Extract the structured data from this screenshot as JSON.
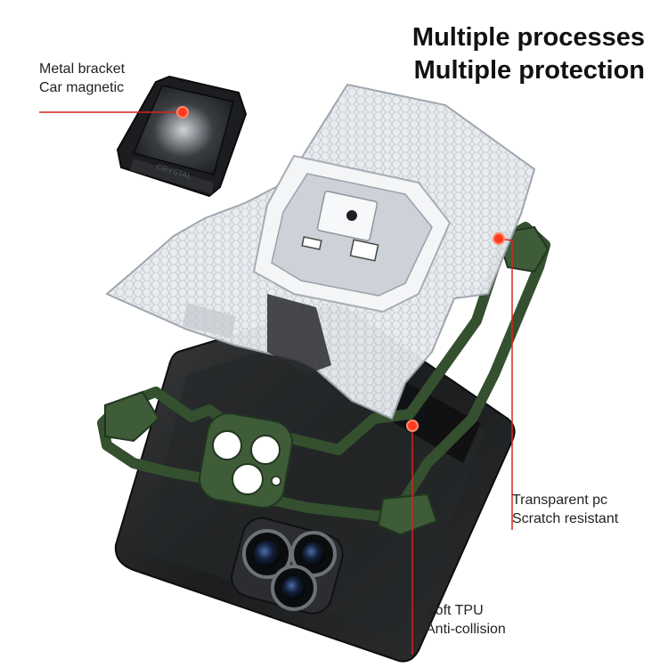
{
  "headline": {
    "line1": "Multiple processes",
    "line2": "Multiple protection"
  },
  "callouts": {
    "metal_bracket": {
      "line1": "Metal bracket",
      "line2": "Car magnetic"
    },
    "transparent_pc": {
      "line1": "Transparent pc",
      "line2": "Scratch resistant"
    },
    "soft_tpu": {
      "line1": "Soft TPU",
      "line2": "Anti-collision"
    }
  },
  "colors": {
    "background": "#ffffff",
    "callout_line": "#d9241c",
    "bumper_green": "#34502f",
    "phone_body": "#1d1f20"
  }
}
